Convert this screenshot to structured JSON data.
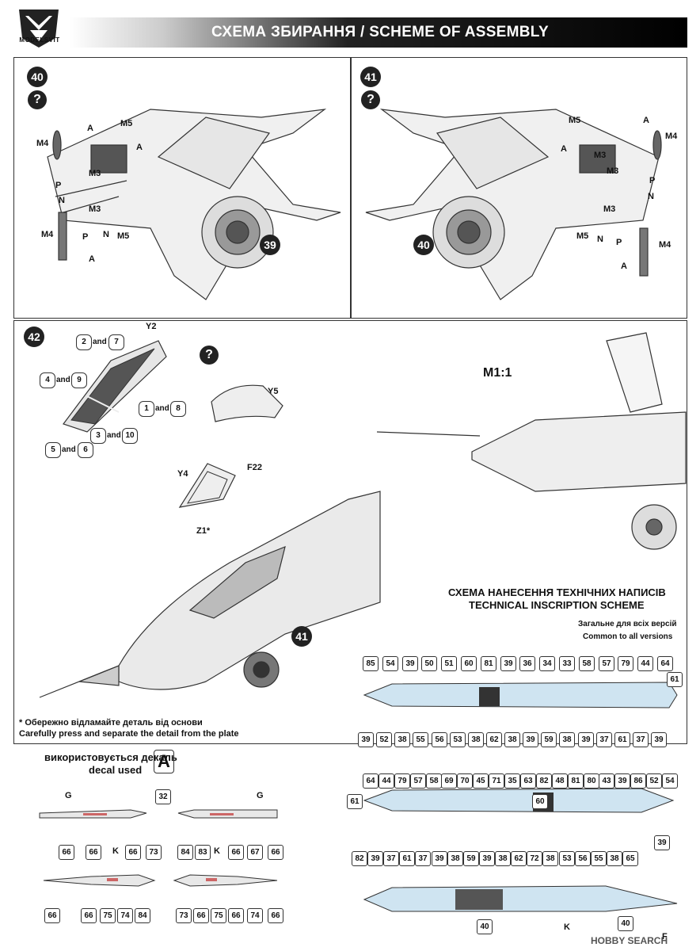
{
  "header": {
    "logo_text": "MODELSVIT",
    "title": "СХЕМА ЗБИРАННЯ / SCHEME OF ASSEMBLY"
  },
  "steps": {
    "s40": {
      "number": "40",
      "question": "?",
      "ref": "39",
      "labels": [
        "M5",
        "A",
        "M4",
        "A",
        "M3",
        "P",
        "N",
        "M3",
        "N",
        "P",
        "M5",
        "M4",
        "A"
      ]
    },
    "s41": {
      "number": "41",
      "question": "?",
      "ref": "40",
      "labels": [
        "M5",
        "A",
        "A",
        "M4",
        "M3",
        "M3",
        "P",
        "N",
        "M3",
        "M5",
        "N",
        "P",
        "M4",
        "A"
      ]
    },
    "s42": {
      "number": "42",
      "question": "?",
      "ref": "41",
      "parts": [
        "Y2",
        "Y5",
        "Y4",
        "F22",
        "Z1*"
      ],
      "pairs": [
        {
          "a": "2",
          "b": "7"
        },
        {
          "a": "4",
          "b": "9"
        },
        {
          "a": "1",
          "b": "8"
        },
        {
          "a": "3",
          "b": "10"
        },
        {
          "a": "5",
          "b": "6"
        }
      ],
      "and_word": "and"
    },
    "m11": "M1:1"
  },
  "notes": {
    "uk": "* Обережно відламайте деталь від основи",
    "en": "Carefully press and separate the detail from the plate"
  },
  "decal": {
    "uk": "використовується декаль",
    "en": "decal used",
    "letter": "A",
    "top_num": "32",
    "g": "G",
    "k": "K",
    "left_top": [
      "66",
      "66",
      "66",
      "73"
    ],
    "left_bottom": [
      "66",
      "66",
      "75",
      "74",
      "84"
    ],
    "right_top": [
      "84",
      "83",
      "66",
      "67",
      "66"
    ],
    "right_bottom": [
      "73",
      "66",
      "75",
      "66",
      "74",
      "66"
    ]
  },
  "technical": {
    "title_uk": "СХЕМА НАНЕСЕННЯ ТЕХНІЧНИХ НАПИСІВ",
    "title_en": "TECHNICAL INSCRIPTION SCHEME",
    "common_uk": "Загальне для всіх версій",
    "common_en": "Common to all versions",
    "row1_top": [
      "85",
      "54",
      "39",
      "50",
      "51",
      "60",
      "81",
      "39",
      "36",
      "34",
      "33",
      "58",
      "57",
      "79",
      "44",
      "64"
    ],
    "row1_right": "61",
    "row1_bottom": [
      "39",
      "52",
      "38",
      "55",
      "56",
      "53",
      "38",
      "62",
      "38",
      "39",
      "59",
      "38",
      "39",
      "37",
      "61",
      "37",
      "39"
    ],
    "row2_top": [
      "64",
      "44",
      "79",
      "57",
      "58",
      "69",
      "70",
      "45",
      "71",
      "35",
      "63",
      "82",
      "48",
      "81",
      "80",
      "43",
      "39",
      "86",
      "52",
      "54"
    ],
    "row2_left": "61",
    "row2_bottom": [
      "82",
      "39",
      "37",
      "61",
      "37",
      "39",
      "38",
      "59",
      "39",
      "38",
      "62",
      "72",
      "38",
      "53",
      "56",
      "55",
      "38",
      "65"
    ],
    "row2_right": "39",
    "row2_mid": "60",
    "row3": [
      "40",
      "40"
    ],
    "k": "K",
    "f": "F"
  },
  "watermark": "HOBBY SEARCH"
}
